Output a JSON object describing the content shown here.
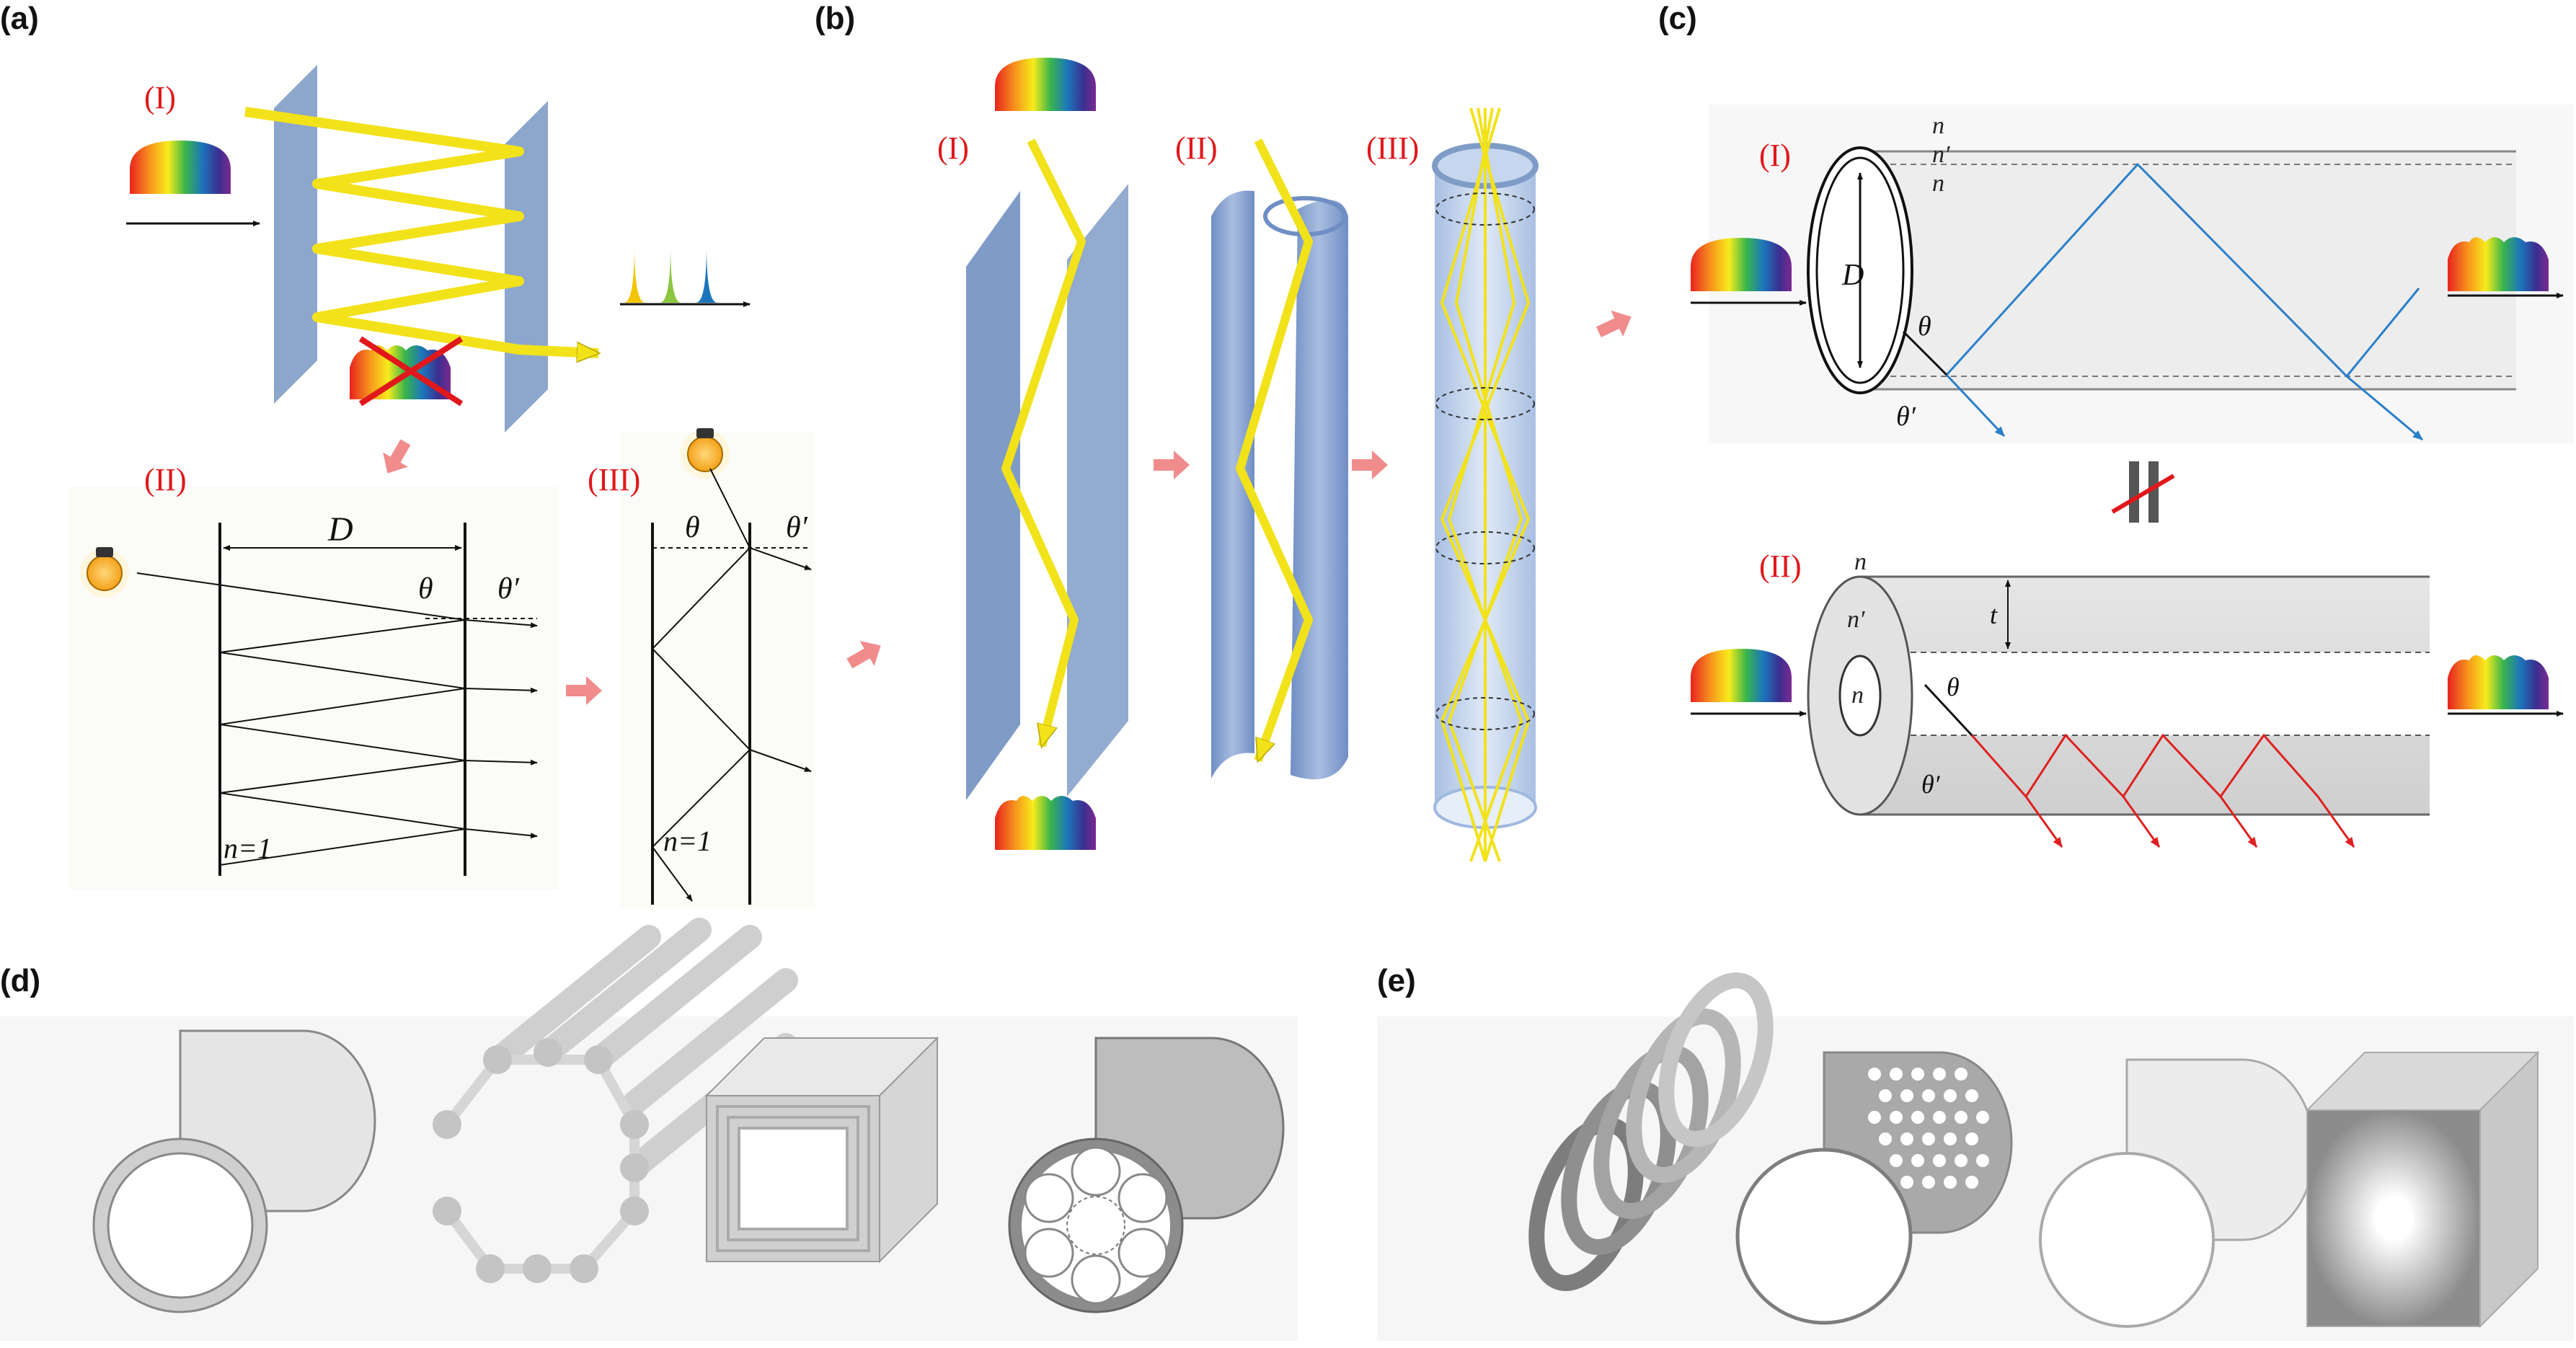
{
  "panels": {
    "a": {
      "label": "(a)",
      "sub_I": "(I)",
      "sub_II": "(II)",
      "sub_III": "(III)",
      "var_D": "D",
      "var_theta": "θ",
      "var_theta_prime": "θ′",
      "n_label_II": "n=1",
      "n_label_III": "n=1"
    },
    "b": {
      "label": "(b)",
      "sub_I": "(I)",
      "sub_II": "(II)",
      "sub_III": "(III)"
    },
    "c": {
      "label": "(c)",
      "sub_I": "(I)",
      "sub_II": "(II)",
      "I_n_top": "n",
      "I_n_prime": "n′",
      "I_n_bottom": "n",
      "I_D": "D",
      "I_theta": "θ",
      "I_theta_prime": "θ′",
      "II_n_outer": "n",
      "II_n_prime": "n′",
      "II_n_inner": "n",
      "II_t": "t",
      "II_theta": "θ",
      "II_theta_prime": "θ′"
    },
    "d": {
      "label": "(d)"
    },
    "e": {
      "label": "(e)"
    }
  },
  "colors": {
    "plate_blue": "#7f9cc7",
    "beam_yellow": "#f2e21a",
    "arrow_pink": "#f08c8c",
    "roman_red": "#e0181b",
    "ray_blue": "#2a7fc9",
    "ray_red": "#e02020",
    "tube_gray": "#d0d0d0"
  }
}
